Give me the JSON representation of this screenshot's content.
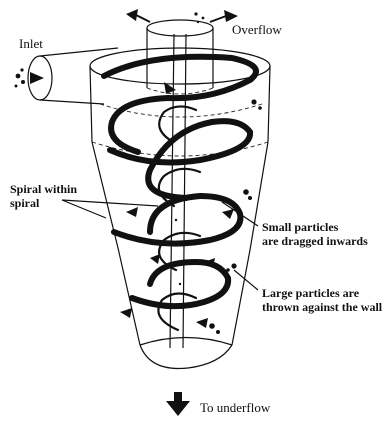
{
  "diagram": {
    "labels": {
      "inlet": "Inlet",
      "overflow": "Overflow",
      "spiral_line1": "Spiral within",
      "spiral_line2": "spiral",
      "small_line1": "Small particles",
      "small_line2": "are dragged inwards",
      "large_line1": "Large particles are",
      "large_line2": "thrown against the wall",
      "underflow": "To underflow"
    }
  }
}
